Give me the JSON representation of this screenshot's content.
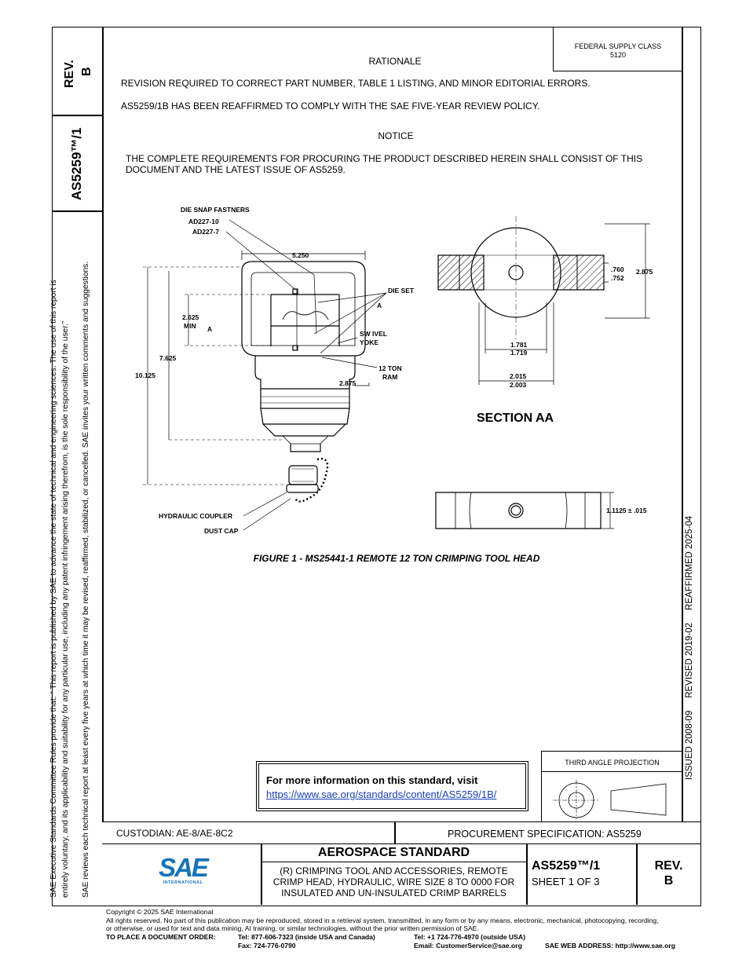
{
  "supply_class": {
    "line1": "FEDERAL SUPPLY CLASS",
    "line2": "5120"
  },
  "side": {
    "rev_label": "REV.",
    "rev_value": "B",
    "doc_no": "AS5259™/1",
    "rules_line1": "SAE Executive Standards Committee Rules provide that: “ This report is published by SAE to advance the state of technical and engineering sciences. The use of this report is",
    "rules_line2": "entirely voluntary, and its applicability and suitability for any particular use, including any patent infringement arising therefrom, is the sole responsibility of the user.”",
    "review_line": "SAE reviews each technical report at least every five years at which time it may be revised, reaffirmed, stabilized, or cancelled. SAE invites your written comments and suggestions.",
    "dates": "ISSUED 2008-09     REVISED 2019-02     REAFFIRMED 2025-04"
  },
  "rationale": {
    "heading": "RATIONALE",
    "p1": "REVISION REQUIRED TO CORRECT PART NUMBER, TABLE 1 LISTING, AND MINOR EDITORIAL ERRORS.",
    "p2": "AS5259/1B HAS BEEN REAFFIRMED TO COMPLY WITH THE SAE FIVE-YEAR REVIEW POLICY."
  },
  "notice": {
    "heading": "NOTICE",
    "p1": "THE COMPLETE REQUIREMENTS FOR PROCURING THE PRODUCT DESCRIBED HEREIN SHALL CONSIST OF THIS DOCUMENT AND THE LATEST ISSUE OF AS5259."
  },
  "figure": {
    "caption": "FIGURE 1 - MS25441-1 REMOTE 12 TON CRIMPING TOOL HEAD",
    "labels": {
      "die_snap": "DIE SNAP FASTNERS",
      "ad10": "AD227-10",
      "ad7": "AD227-7",
      "d5250": "5.250",
      "die_set": "DIE SET",
      "a_right": "A",
      "d2625": "2.625",
      "min": "MIN",
      "a_left": "A",
      "swivel": "SW IVEL",
      "yoke": "YOKE",
      "d7625": "7.625",
      "ton": "12 TON",
      "ram": "RAM",
      "d10125": "10.125",
      "d2875a": "2.875",
      "coupler": "HYDRAULIC COUPLER",
      "dust": "DUST CAP",
      "d760": ".760",
      "d752": ".752",
      "d2875b": "2.875",
      "d1781": "1.781",
      "d1719": "1.719",
      "d2015": "2.015",
      "d2003": "2.003",
      "section": "SECTION AA",
      "d11125": "1.1125 ± .015"
    }
  },
  "info_box": {
    "text": "For more information on this standard, visit",
    "link": "https://www.sae.org/standards/content/AS5259/1B/"
  },
  "projection": {
    "label": "THIRD ANGLE PROJECTION"
  },
  "title_block": {
    "custodian": "CUSTODIAN: AE-8/AE-8C2",
    "procurement": "PROCUREMENT SPECIFICATION: AS5259",
    "logo_text": "SAE",
    "logo_sub": "INTERNATIONAL",
    "standard_type": "AEROSPACE STANDARD",
    "title_l1": "(R) CRIMPING TOOL AND ACCESSORIES, REMOTE",
    "title_l2": "CRIMP HEAD, HYDRAULIC, WIRE SIZE 8 TO 0000 FOR",
    "title_l3": "INSULATED AND UN-INSULATED CRIMP BARRELS",
    "doc_no": "AS5259™/1",
    "sheet": "SHEET 1 OF 3",
    "rev_label": "REV.",
    "rev_value": "B"
  },
  "footer": {
    "copyright": "Copyright © 2025 SAE International",
    "rights_l1": "All rights reserved. No part of this publication may be reproduced, stored in a retrieval system, transmitted, in any form or by any means, electronic, mechanical, photocopying, recording,",
    "rights_l2": "or otherwise, or used for text and data mining, AI training, or similar technologies, without the prior written permission of SAE.",
    "order_label": "TO PLACE A DOCUMENT ORDER:",
    "tel_us": "Tel: 877-606-7323 (inside USA and Canada)",
    "tel_intl": "Tel: +1 724-776-4970 (outside USA)",
    "fax": "Fax: 724-776-0790",
    "email": "Email: CustomerService@sae.org",
    "web": "SAE WEB ADDRESS: http://www.sae.org"
  }
}
